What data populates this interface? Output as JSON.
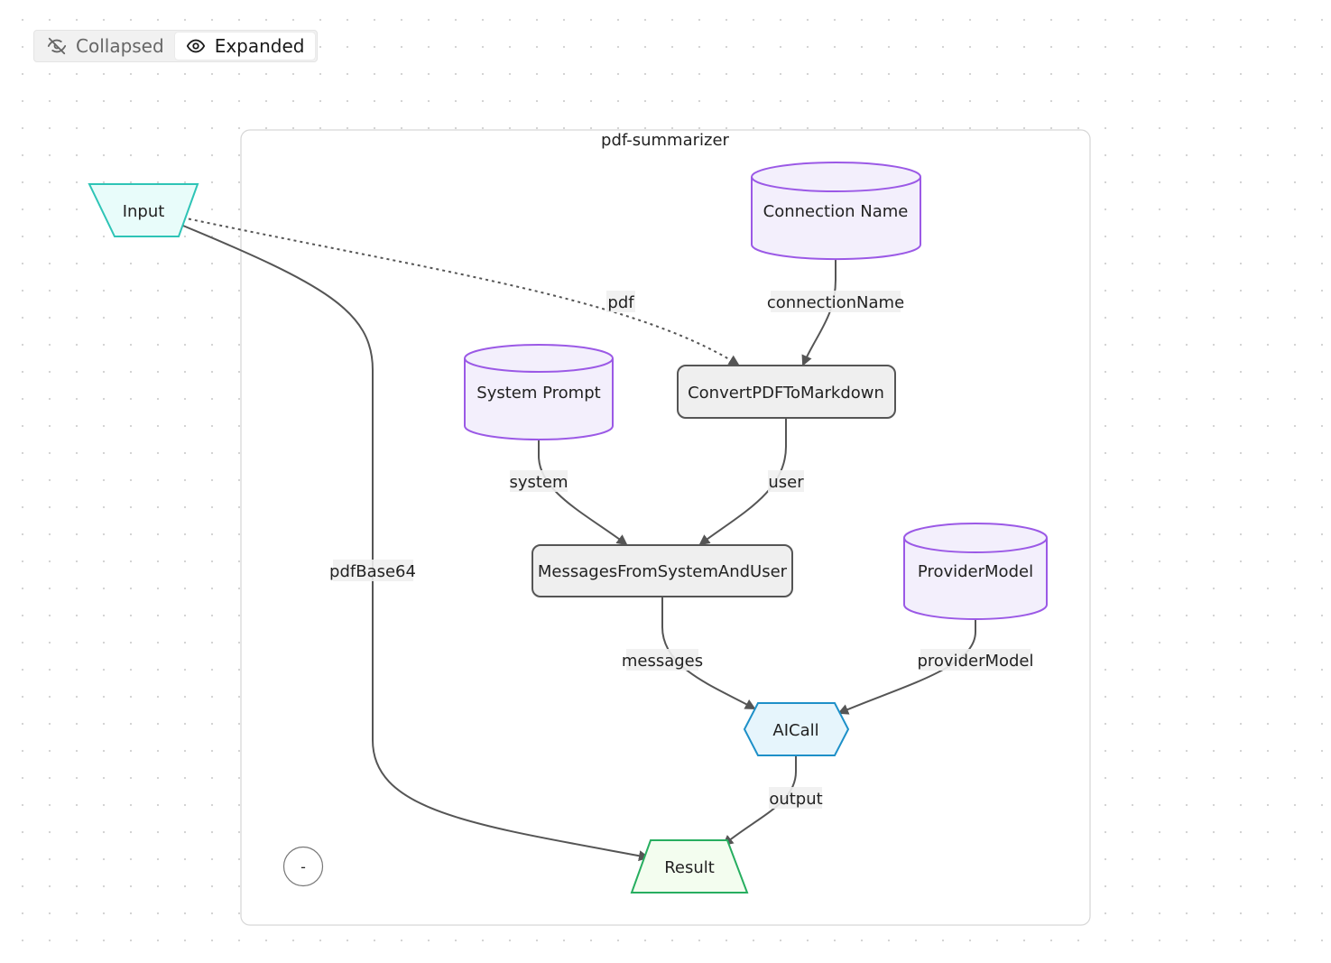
{
  "toggle": {
    "collapsed_label": "Collapsed",
    "expanded_label": "Expanded",
    "active": "expanded"
  },
  "subgraph": {
    "title": "pdf-summarizer"
  },
  "nodes": {
    "input": "Input",
    "connection_name": "Connection Name",
    "system_prompt": "System Prompt",
    "convert_pdf": "ConvertPDFToMarkdown",
    "messages": "MessagesFromSystemAndUser",
    "provider_model": "ProviderModel",
    "aicall": "AICall",
    "result": "Result"
  },
  "edges": {
    "pdf": "pdf",
    "connection_name": "connectionName",
    "system": "system",
    "user": "user",
    "pdf_base64": "pdfBase64",
    "messages": "messages",
    "provider_model": "providerModel",
    "output": "output"
  },
  "collapse_button": "-",
  "colors": {
    "input_stroke": "#2ec4b6",
    "input_fill": "#e8fcfa",
    "cylinder_stroke": "#9b59e6",
    "cylinder_fill": "#f3effc",
    "process_fill": "#efefef",
    "process_stroke": "#555555",
    "aicall_stroke": "#1e90c8",
    "aicall_fill": "#e6f5fc",
    "result_stroke": "#27ae60",
    "result_fill": "#f3fdef",
    "edge": "#555555"
  }
}
